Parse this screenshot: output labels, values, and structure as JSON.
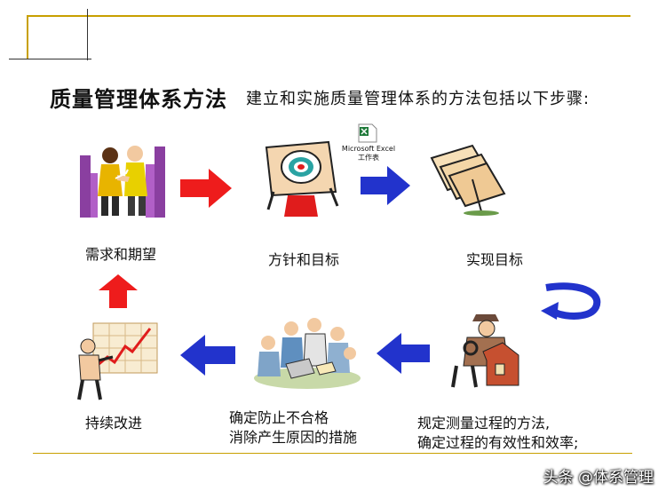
{
  "slide": {
    "title": "质量管理体系方法",
    "subtitle": "建立和实施质量管理体系的方法包括以下步骤:",
    "steps": {
      "step1": "需求和期望",
      "step2": "方针和目标",
      "step3": "实现目标",
      "step4_line1": "规定测量过程的方法,",
      "step4_line2": "确定过程的有效性和效率;",
      "step5_line1": "确定防止不合格",
      "step5_line2": "消除产生原因的措施",
      "step6": "持续改进"
    },
    "excel_icon": {
      "line1": "Microsoft Excel",
      "line2": "工作表"
    },
    "watermark": "头条 @体系管理"
  },
  "colors": {
    "red_arrow": "#ee1c1c",
    "blue_arrow": "#2233cc",
    "frame": "#c8a000"
  }
}
